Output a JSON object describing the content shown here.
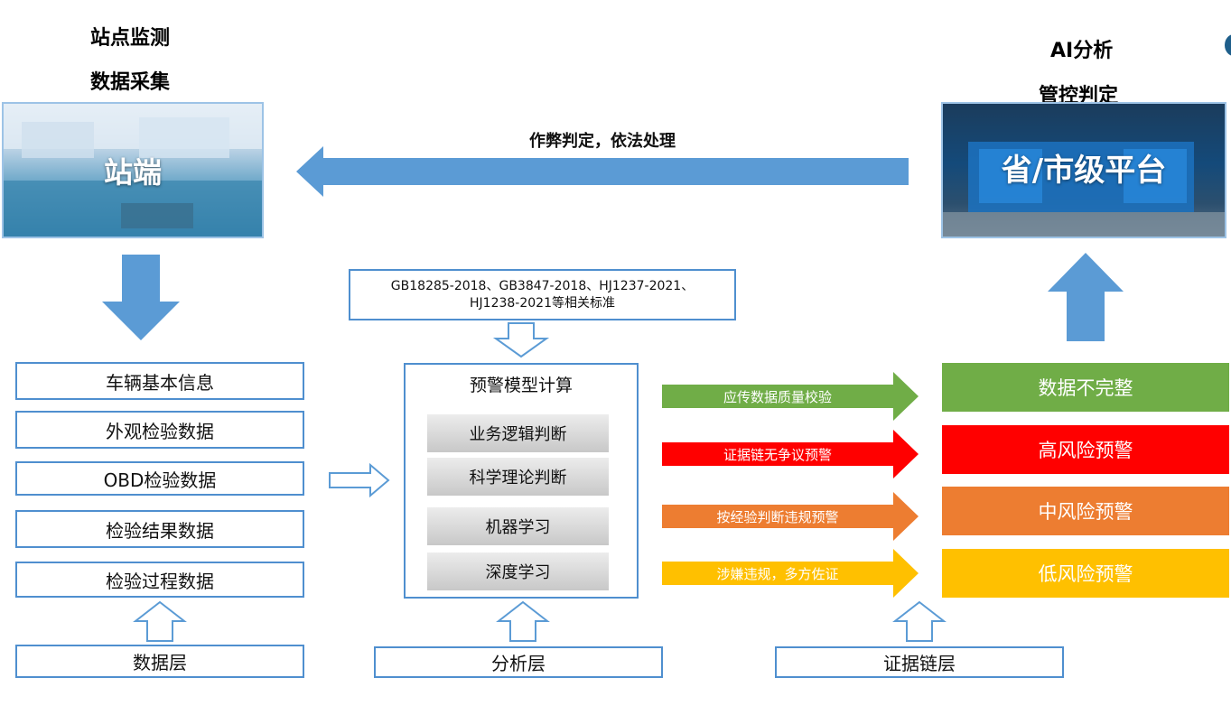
{
  "headings": {
    "left_line1": "站点监测",
    "left_line2": "数据采集",
    "right_line1": "AI分析",
    "right_line2": "管控判定"
  },
  "station": {
    "label": "站端"
  },
  "platform": {
    "label": "省/市级平台"
  },
  "top_arrow": {
    "label": "作弊判定，依法处理"
  },
  "standards": {
    "line1": "GB18285-2018、GB3847-2018、HJ1237-2021、",
    "line2": "HJ1238-2021等相关标准"
  },
  "data_items": [
    "车辆基本信息",
    "外观检验数据",
    "OBD检验数据",
    "检验结果数据",
    "检验过程数据"
  ],
  "model": {
    "title": "预警模型计算",
    "methods": [
      "业务逻辑判断",
      "科学理论判断",
      "机器学习",
      "深度学习"
    ]
  },
  "flows": [
    {
      "label": "应传数据质量校验",
      "color": "#70ad47"
    },
    {
      "label": "证据链无争议预警",
      "color": "#ff0000"
    },
    {
      "label": "按经验判断违规预警",
      "color": "#ed7d31"
    },
    {
      "label": "涉嫌违规，多方佐证",
      "color": "#ffc000"
    }
  ],
  "results": [
    {
      "label": "数据不完整",
      "color": "#70ad47"
    },
    {
      "label": "高风险预警",
      "color": "#ff0000"
    },
    {
      "label": "中风险预警",
      "color": "#ed7d31"
    },
    {
      "label": "低风险预警",
      "color": "#ffc000"
    }
  ],
  "layers": {
    "data": "数据层",
    "analysis": "分析层",
    "evidence": "证据链层"
  },
  "colors": {
    "arrow_blue": "#5b9bd5",
    "box_border": "#4f8fcf"
  }
}
